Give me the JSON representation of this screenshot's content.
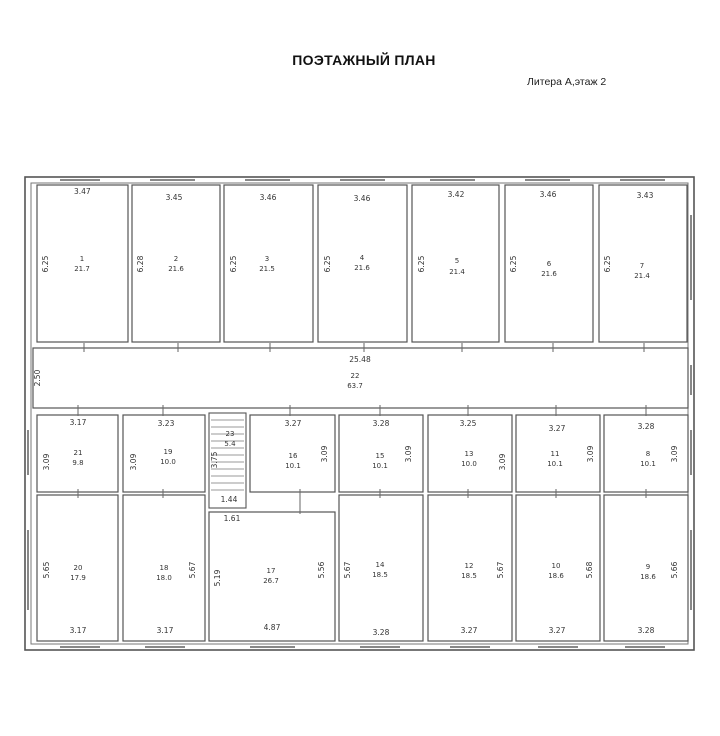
{
  "title": "ПОЭТАЖНЫЙ ПЛАН",
  "subtitle": "Литера А,этаж 2",
  "rooms": [
    {
      "num": "1",
      "area": "21.7",
      "top": "3.47",
      "side": "6.25"
    },
    {
      "num": "2",
      "area": "21.6",
      "top": "3.45",
      "side": "6.28"
    },
    {
      "num": "3",
      "area": "21.5",
      "top": "3.46",
      "side": "6.25"
    },
    {
      "num": "4",
      "area": "21.6",
      "top": "3.46",
      "side": "6.25"
    },
    {
      "num": "5",
      "area": "21.4",
      "top": "3.42",
      "side": "6.25"
    },
    {
      "num": "6",
      "area": "21.6",
      "top": "3.46",
      "side": "6.25"
    },
    {
      "num": "7",
      "area": "21.4",
      "top": "3.43",
      "side": "6.25"
    },
    {
      "num": "22",
      "area": "63.7",
      "top": "25.48",
      "side": "2.50"
    },
    {
      "num": "21",
      "area": "9.8",
      "top": "3.17",
      "side": "3.09"
    },
    {
      "num": "19",
      "area": "10.0",
      "top": "3.23",
      "side": "3.09"
    },
    {
      "num": "23",
      "area": "5.4",
      "top": "",
      "side": "3.75",
      "bottom": "1.44"
    },
    {
      "num": "16",
      "area": "10.1",
      "top": "3.27",
      "side": "3.09"
    },
    {
      "num": "15",
      "area": "10.1",
      "top": "3.28",
      "side": "3.09"
    },
    {
      "num": "13",
      "area": "10.0",
      "top": "3.25",
      "side": "3.09"
    },
    {
      "num": "11",
      "area": "10.1",
      "top": "3.27",
      "side": "3.09"
    },
    {
      "num": "8",
      "area": "10.1",
      "top": "3.28",
      "side": "3.09"
    },
    {
      "num": "20",
      "area": "17.9",
      "top": "",
      "side": "5.65",
      "bottom": "3.17"
    },
    {
      "num": "18",
      "area": "18.0",
      "top": "",
      "side": "5.67",
      "bottom": "3.17"
    },
    {
      "num": "17",
      "area": "26.7",
      "top": "1.61",
      "side": "5.56",
      "side2": "5.19",
      "bottom": "4.87"
    },
    {
      "num": "14",
      "area": "18.5",
      "top": "",
      "side": "5.67",
      "bottom": "3.28"
    },
    {
      "num": "12",
      "area": "18.5",
      "top": "",
      "side": "5.67",
      "bottom": "3.27"
    },
    {
      "num": "10",
      "area": "18.6",
      "top": "",
      "side": "5.68",
      "bottom": "3.27"
    },
    {
      "num": "9",
      "area": "18.6",
      "top": "",
      "side": "5.66",
      "bottom": "3.28"
    }
  ]
}
